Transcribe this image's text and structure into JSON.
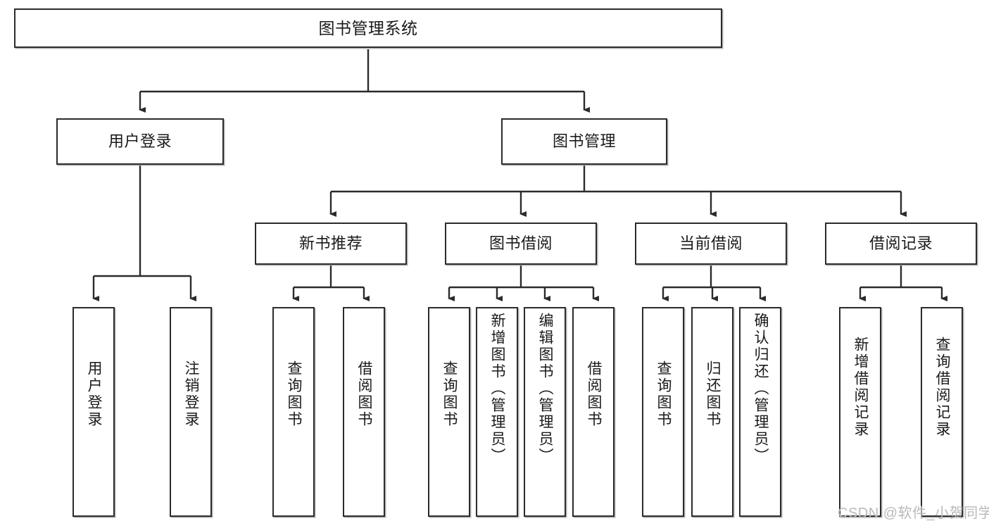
{
  "diagram": {
    "type": "hierarchy-tree",
    "title": "图书管理系统",
    "orientation": "top-down",
    "colors": {
      "box_border": "#2b2b2b",
      "box_fill": "#ffffff",
      "connector": "#2b2b2b",
      "text": "#1a1a1a",
      "watermark": "#b9b9b9"
    },
    "root": {
      "label": "图书管理系统"
    },
    "level2": [
      {
        "id": "user-login",
        "label": "用户登录"
      },
      {
        "id": "book-manage",
        "label": "图书管理"
      }
    ],
    "level3": [
      {
        "id": "new-book-recommend",
        "label": "新书推荐"
      },
      {
        "id": "book-borrow",
        "label": "图书借阅"
      },
      {
        "id": "current-borrow",
        "label": "当前借阅"
      },
      {
        "id": "borrow-record",
        "label": "借阅记录"
      }
    ],
    "leaves": {
      "user-login": [
        {
          "id": "leaf-user-login",
          "label": "用户登录"
        },
        {
          "id": "leaf-logout",
          "label": "注销登录"
        }
      ],
      "new-book-recommend": [
        {
          "id": "leaf-query-book-1",
          "label": "查询图书"
        },
        {
          "id": "leaf-borrow-book-1",
          "label": "借阅图书"
        }
      ],
      "book-borrow": [
        {
          "id": "leaf-query-book-2",
          "label": "查询图书"
        },
        {
          "id": "leaf-add-book",
          "label": "新增图书（管理员）"
        },
        {
          "id": "leaf-edit-book",
          "label": "编辑图书（管理员）"
        },
        {
          "id": "leaf-borrow-book-2",
          "label": "借阅图书"
        }
      ],
      "current-borrow": [
        {
          "id": "leaf-query-book-3",
          "label": "查询图书"
        },
        {
          "id": "leaf-return-book",
          "label": "归还图书"
        },
        {
          "id": "leaf-confirm-return",
          "label": "确认归还（管理员）"
        }
      ],
      "borrow-record": [
        {
          "id": "leaf-add-record",
          "label": "新增借阅记录"
        },
        {
          "id": "leaf-query-record",
          "label": "查询借阅记录"
        }
      ]
    }
  },
  "watermark": {
    "text": "CSDN @软件_小贺同学"
  }
}
